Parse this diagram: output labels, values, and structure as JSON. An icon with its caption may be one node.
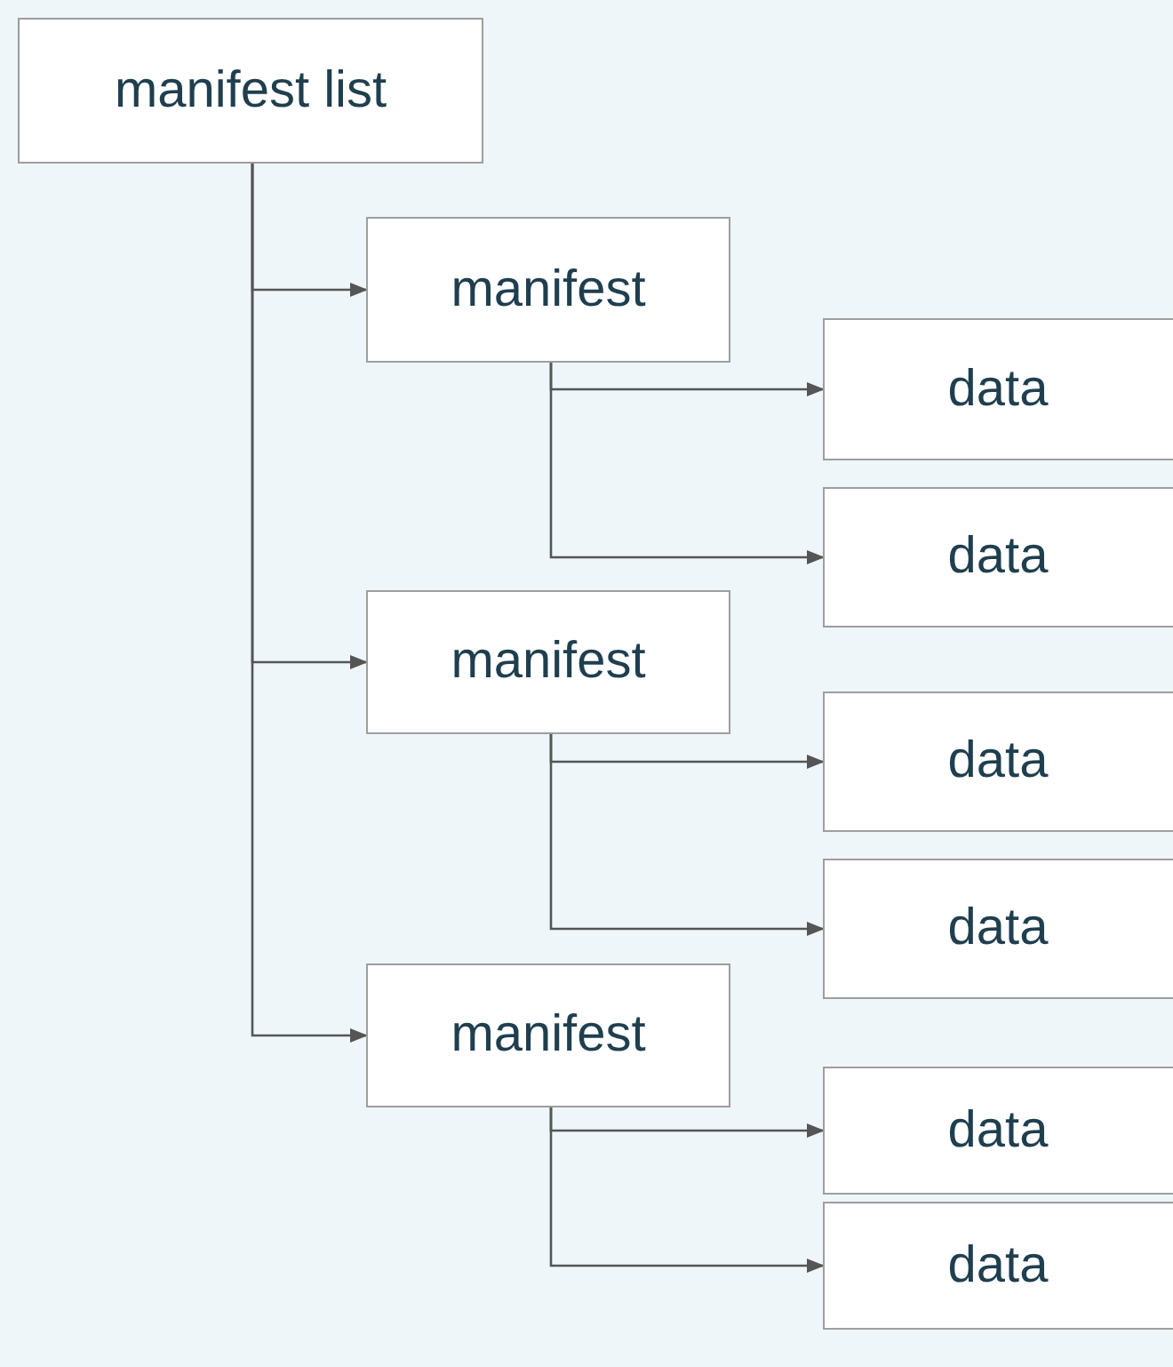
{
  "diagram": {
    "nodes": [
      {
        "text": [
          "manifest list"
        ]
      },
      {
        "text": [
          "manifest"
        ]
      },
      {
        "text": [
          "data"
        ]
      },
      {
        "text": [
          "data"
        ]
      },
      {
        "text": [
          "manifest"
        ]
      },
      {
        "text": [
          "data"
        ]
      },
      {
        "text": [
          "data"
        ]
      },
      {
        "text": [
          "manifest"
        ]
      },
      {
        "text": [
          "data"
        ]
      },
      {
        "text": [
          "data"
        ]
      }
    ],
    "edges": [
      {
        "from": 0,
        "to": 1,
        "arrow": "to"
      },
      {
        "from": 0,
        "to": 4,
        "arrow": "to"
      },
      {
        "from": 0,
        "to": 7,
        "arrow": "to"
      },
      {
        "from": 1,
        "to": 2,
        "arrow": "to"
      },
      {
        "from": 1,
        "to": 3,
        "arrow": "to"
      },
      {
        "from": 4,
        "to": 5,
        "arrow": "to"
      },
      {
        "from": 4,
        "to": 6,
        "arrow": "to"
      },
      {
        "from": 7,
        "to": 8,
        "arrow": "to"
      },
      {
        "from": 7,
        "to": 9,
        "arrow": "to"
      }
    ]
  }
}
